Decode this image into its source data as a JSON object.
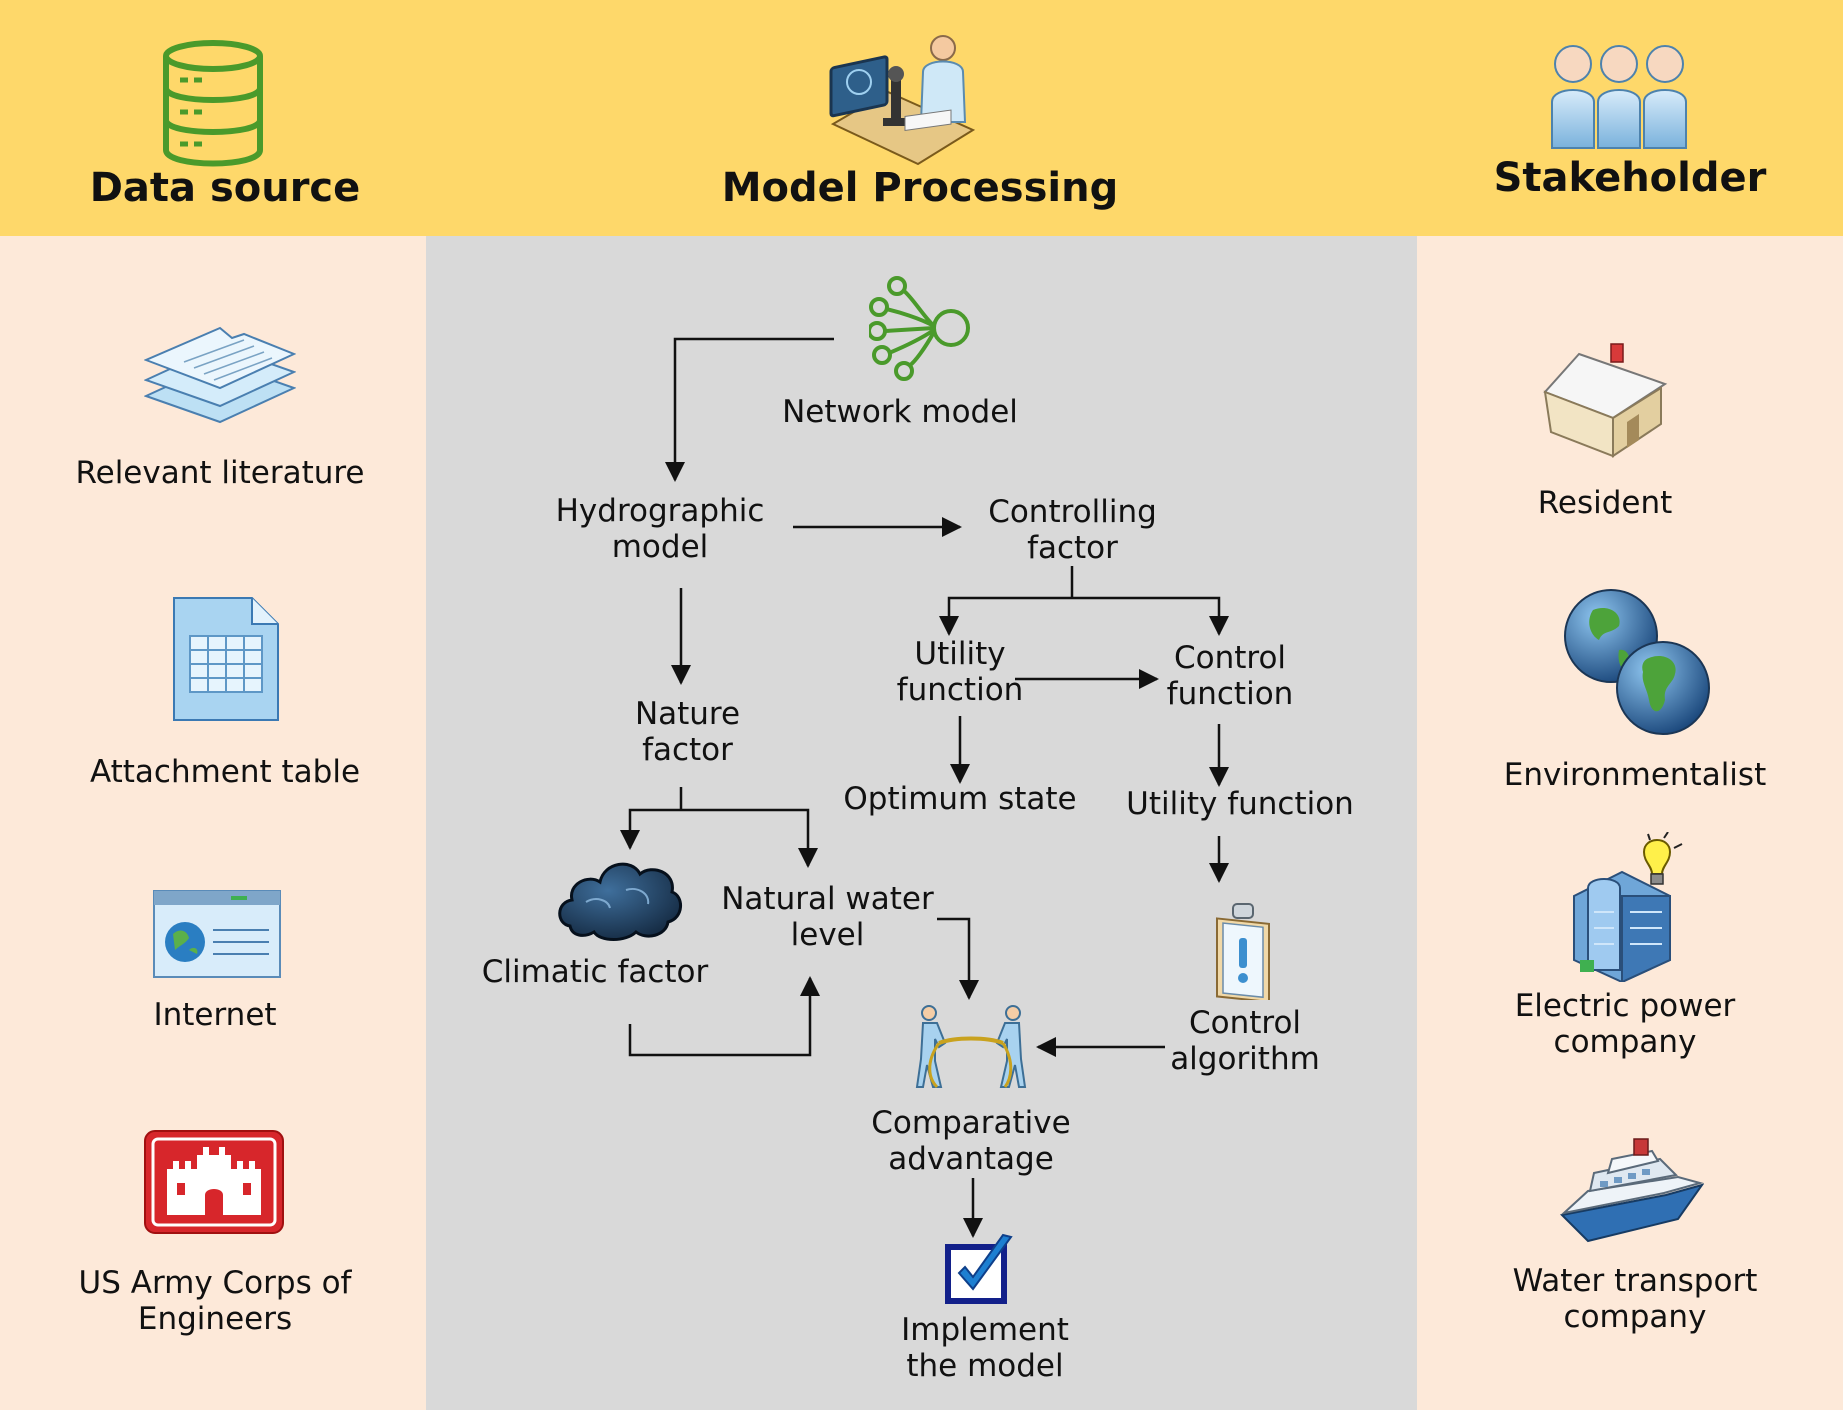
{
  "header": {
    "data_source": "Data source",
    "model_processing": "Model Processing",
    "stakeholder": "Stakeholder"
  },
  "data_sources": [
    {
      "label": "Relevant literature",
      "icon": "documents-stack-icon"
    },
    {
      "label": "Attachment table",
      "icon": "spreadsheet-document-icon"
    },
    {
      "label": "Internet",
      "icon": "web-browser-icon"
    },
    {
      "label": "US Army Corps of\nEngineers",
      "icon": "castle-emblem-icon"
    }
  ],
  "model_nodes": {
    "network_model": "Network model",
    "hydrographic_model": "Hydrographic\nmodel",
    "controlling_factor": "Controlling\nfactor",
    "utility_function_1": "Utility\nfunction",
    "control_function": "Control\nfunction",
    "nature_factor": "Nature\nfactor",
    "optimum_state": "Optimum state",
    "utility_function_2": "Utility function",
    "natural_water_level": "Natural water\nlevel",
    "climatic_factor": "Climatic factor",
    "control_algorithm": "Control\nalgorithm",
    "comparative_advantage": "Comparative\nadvantage",
    "implement_model": "Implement\nthe model"
  },
  "stakeholders": [
    {
      "label": "Resident",
      "icon": "house-icon"
    },
    {
      "label": "Environmentalist",
      "icon": "globes-icon"
    },
    {
      "label": "Electric power\ncompany",
      "icon": "power-building-icon"
    },
    {
      "label": "Water transport\ncompany",
      "icon": "ship-icon"
    }
  ],
  "colors": {
    "header_bg": "#fed86a",
    "side_bg": "#fde9d9",
    "middle_bg": "#d9d9d9",
    "green_accent": "#4a9a2b",
    "army_red": "#d7262b"
  }
}
